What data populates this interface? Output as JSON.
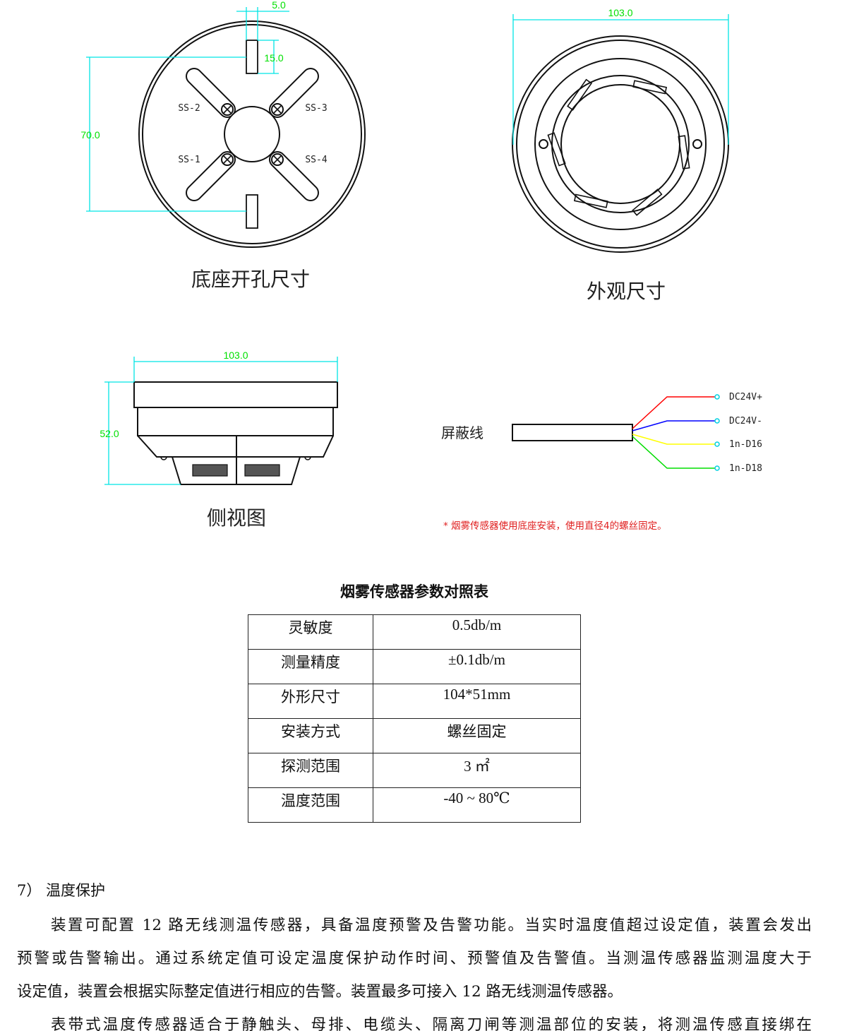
{
  "base_drawing": {
    "caption": "底座开孔尺寸",
    "dims": {
      "slot_width": "5.0",
      "slot_length": "15.0",
      "hole_spacing": "70.0"
    },
    "terminals": [
      "SS-2",
      "SS-3",
      "SS-1",
      "SS-4"
    ]
  },
  "outer_drawing": {
    "caption": "外观尺寸",
    "diameter": "103.0"
  },
  "side_drawing": {
    "caption": "侧视图",
    "width": "103.0",
    "height": "52.0"
  },
  "wiring": {
    "cable_label": "屏蔽线",
    "wires": [
      {
        "label": "DC24V+",
        "color": "#ff0000"
      },
      {
        "label": "DC24V-",
        "color": "#0000ff"
      },
      {
        "label": "1n-D16",
        "color": "#ffff00"
      },
      {
        "label": "1n-D18",
        "color": "#00dd00"
      }
    ],
    "note": "*  烟雾传感器使用底座安装，使用直径4的螺丝固定。"
  },
  "spec_table": {
    "title": "烟雾传感器参数对照表",
    "rows": [
      {
        "k": "灵敏度",
        "v": "0.5db/m"
      },
      {
        "k": "测量精度",
        "v": "±0.1db/m"
      },
      {
        "k": "外形尺寸",
        "v": "104*51mm"
      },
      {
        "k": "安装方式",
        "v": "螺丝固定"
      },
      {
        "k": "探测范围",
        "v": "3 ㎡"
      },
      {
        "k": "温度范围",
        "v": "-40 ~ 80℃"
      }
    ]
  },
  "section": {
    "heading": "7）  温度保护",
    "lines": [
      "装置可配置 12 路无线测温传感器，具备温度预警及告警功能。当实时温度值超过设定值，装置会发出",
      "预警或告警输出。通过系统定值可设定温度保护动作时间、预警值及告警值。当测温传感器监测温度大于",
      "设定值，装置会根据实际整定值进行相应的告警。装置最多可接入 12 路无线测温传感器。",
      "表带式温度传感器适合于静触头、母排、电缆头、隔离刀闸等测温部位的安装，将测温传感直接绑在"
    ]
  }
}
